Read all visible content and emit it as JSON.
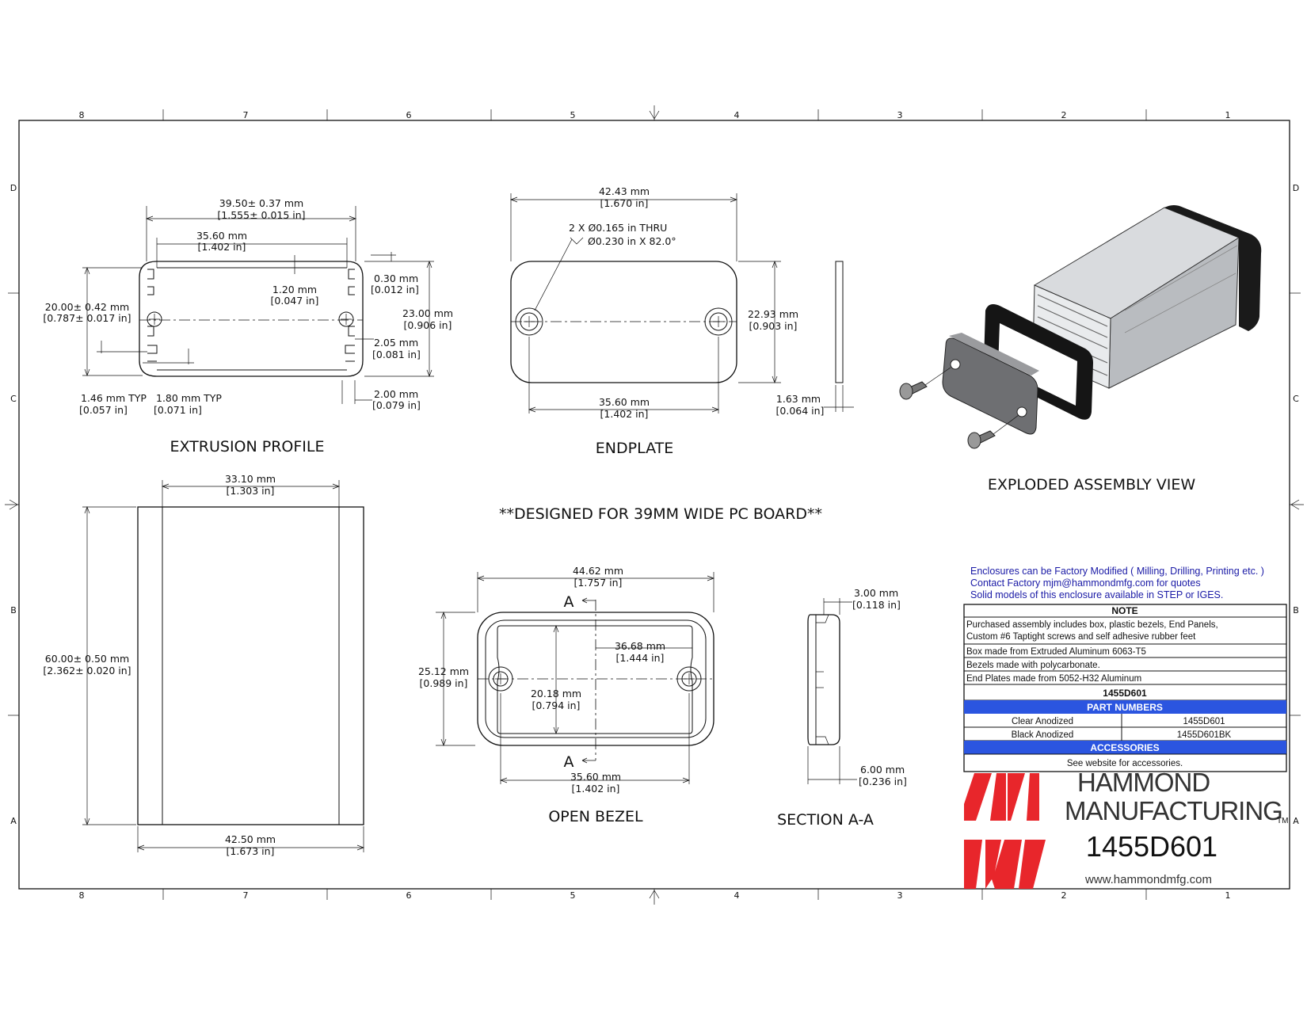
{
  "zones": {
    "columns": [
      "8",
      "7",
      "6",
      "5",
      "4",
      "3",
      "2",
      "1"
    ],
    "rows": [
      "D",
      "C",
      "B",
      "A"
    ]
  },
  "extrusion": {
    "title": "EXTRUSION PROFILE",
    "overall_width": [
      "39.50± 0.37 mm",
      "[1.555± 0.015 in]"
    ],
    "inner_width": [
      "35.60 mm",
      "[1.402 in]"
    ],
    "wall": [
      "1.20 mm",
      "[0.047 in]"
    ],
    "lip": [
      "0.30 mm",
      "[0.012 in]"
    ],
    "height": [
      "20.00± 0.42 mm",
      "[0.787± 0.017 in]"
    ],
    "outer_height": [
      "23.00 mm",
      "[0.906 in]"
    ],
    "slot_depth": [
      "2.05 mm",
      "[0.081 in]"
    ],
    "slot_gap": [
      "2.00 mm",
      "[0.079 in]"
    ],
    "typ1": [
      "1.46 mm  TYP",
      "[0.057 in]"
    ],
    "typ2": [
      "1.80 mm  TYP",
      "[0.071 in]"
    ]
  },
  "endplate": {
    "title": "ENDPLATE",
    "width": [
      "42.43 mm",
      "[1.670 in]"
    ],
    "holes": [
      "2 X Ø0.165 in THRU",
      "Ø0.230 in X 82.0°"
    ],
    "height": [
      "22.93 mm",
      "[0.903 in]"
    ],
    "hole_spacing": [
      "35.60 mm",
      "[1.402 in]"
    ],
    "thickness": [
      "1.63 mm",
      "[0.064 in]"
    ]
  },
  "exploded": {
    "title": "EXPLODED ASSEMBLY VIEW"
  },
  "design_note": "**DESIGNED FOR 39MM WIDE PC BOARD**",
  "side_view": {
    "top_width": [
      "33.10 mm",
      "[1.303 in]"
    ],
    "length": [
      "60.00± 0.50 mm",
      "[2.362± 0.020 in]"
    ],
    "bottom_width": [
      "42.50 mm",
      "[1.673 in]"
    ]
  },
  "bezel": {
    "title": "OPEN BEZEL",
    "width": [
      "44.62 mm",
      "[1.757 in]"
    ],
    "opening": [
      "36.68 mm",
      "[1.444 in]"
    ],
    "height": [
      "25.12 mm",
      "[0.989 in]"
    ],
    "opening_h": [
      "20.18 mm",
      "[0.794 in]"
    ],
    "hole_spacing": [
      "35.60 mm",
      "[1.402 in]"
    ],
    "section_mark": "A"
  },
  "section": {
    "title": "SECTION A-A",
    "top": [
      "3.00 mm",
      "[0.118 in]"
    ],
    "bottom": [
      "6.00 mm",
      "[0.236 in]"
    ]
  },
  "notes_block": {
    "lines": [
      "Enclosures can be Factory Modified ( Milling, Drilling, Printing etc. )",
      "Contact Factory       mjm@hammondmfg.com for quotes",
      "Solid models of this enclosure available in STEP or IGES."
    ],
    "color": "#1a1aa6"
  },
  "title_block": {
    "note_header": "NOTE",
    "note_lines": [
      " Purchased assembly includes box, plastic bezels, End Panels,",
      "Custom #6 Taptight screws and self adhesive rubber feet"
    ],
    "material_rows": [
      "Box made from Extruded Aluminum 6063-T5",
      "Bezels made with polycarbonate.",
      "End Plates made from 5052-H32 Aluminum"
    ],
    "model": "1455D601",
    "part_numbers_header": "PART NUMBERS",
    "parts": [
      {
        "finish": "Clear Anodized",
        "number": "1455D601"
      },
      {
        "finish": "Black Anodized",
        "number": "1455D601BK"
      }
    ],
    "accessories_header": "ACCESSORIES",
    "accessories_text": "See website for accessories.",
    "header_color": "#2b55e0"
  },
  "logo": {
    "name_line1": "HAMMOND",
    "name_line2": "MANUFACTURING",
    "tm": "TM",
    "part_number": "1455D601",
    "website": "www.hammondmfg.com",
    "color": "#e8262b"
  }
}
